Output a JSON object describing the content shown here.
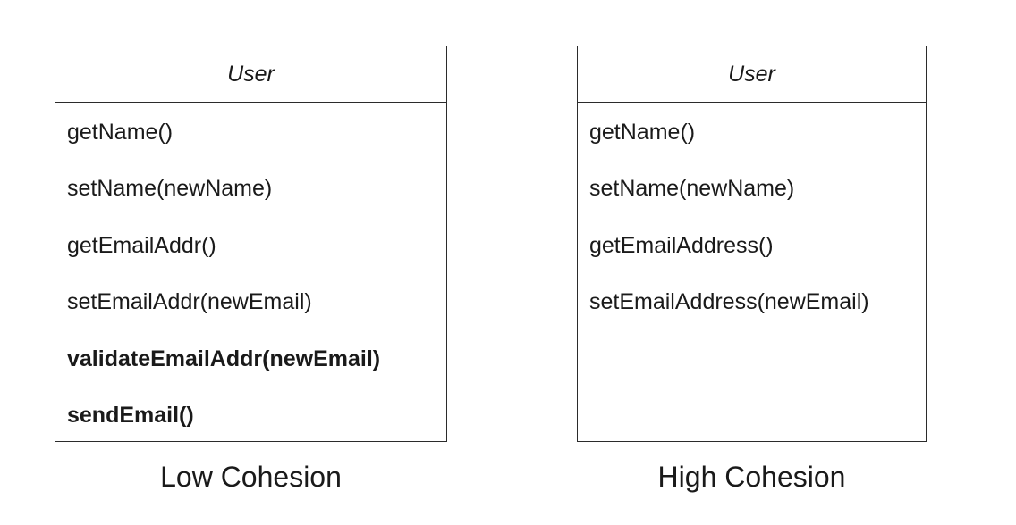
{
  "diagrams": [
    {
      "class_name": "User",
      "methods": [
        {
          "label": "getName()",
          "bold": false
        },
        {
          "label": "setName(newName)",
          "bold": false
        },
        {
          "label": "getEmailAddr()",
          "bold": false
        },
        {
          "label": "setEmailAddr(newEmail)",
          "bold": false
        },
        {
          "label": "validateEmailAddr(newEmail)",
          "bold": true
        },
        {
          "label": "sendEmail()",
          "bold": true
        }
      ],
      "caption": "Low Cohesion"
    },
    {
      "class_name": "User",
      "methods": [
        {
          "label": "getName()",
          "bold": false
        },
        {
          "label": "setName(newName)",
          "bold": false
        },
        {
          "label": "getEmailAddress()",
          "bold": false
        },
        {
          "label": "setEmailAddress(newEmail)",
          "bold": false
        }
      ],
      "caption": "High Cohesion"
    }
  ]
}
